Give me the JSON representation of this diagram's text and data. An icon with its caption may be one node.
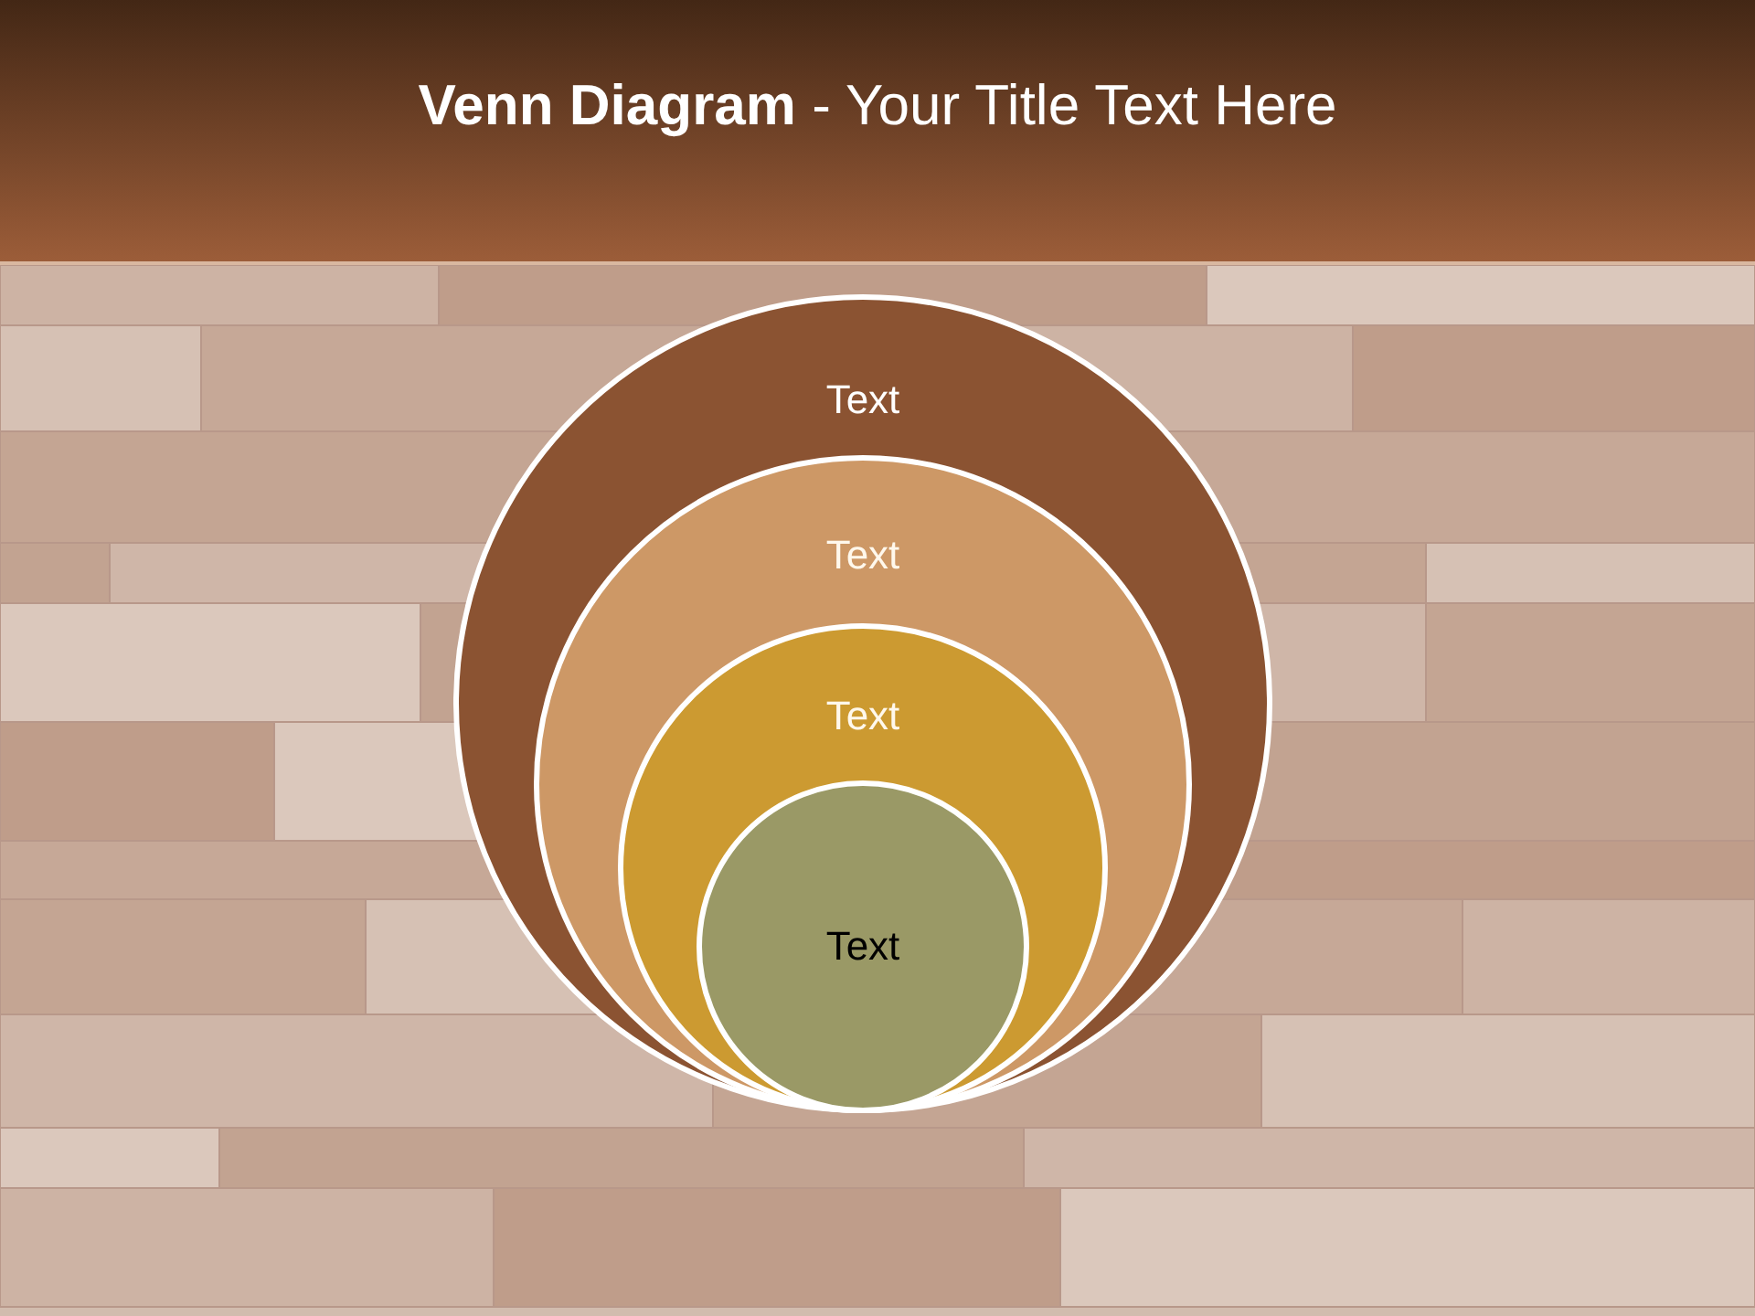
{
  "diagram": {
    "title": "**Venn Diagram** - Your Title Text Here",
    "nodes": [
      {
        "text": [
          "Text"
        ]
      },
      {
        "text": [
          "Text"
        ],
        "in": 0
      },
      {
        "text": [
          "Text"
        ],
        "in": 1
      },
      {
        "text": [
          "Text"
        ],
        "in": 2
      }
    ]
  }
}
